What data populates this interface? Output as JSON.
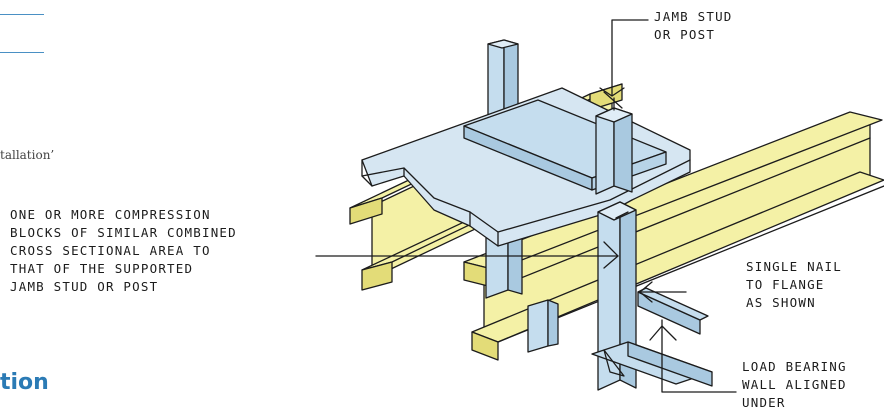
{
  "crop": {
    "text_fragment": "tallation’",
    "heading_fragment": "tion"
  },
  "labels": {
    "jamb_stud": [
      "JAMB STUD",
      "OR POST"
    ],
    "compression_blocks": [
      "ONE OR MORE COMPRESSION",
      "BLOCKS OF SIMILAR COMBINED",
      "CROSS SECTIONAL AREA TO",
      "THAT OF THE SUPPORTED",
      "JAMB STUD OR POST"
    ],
    "single_nail": [
      "SINGLE NAIL",
      "TO FLANGE",
      "AS SHOWN"
    ],
    "load_bearing_wall": [
      "LOAD BEARING",
      "WALL ALIGNED",
      "UNDER"
    ]
  },
  "colors": {
    "timber_yellow": "#f4f1a6",
    "timber_yellow_dark": "#e3dc78",
    "stud_blue": "#c5ddee",
    "stud_blue_dark": "#a9c9e0",
    "plate_blue": "#d6e6f2",
    "accent_blue": "#4a90c4",
    "line": "#1c1c1c"
  }
}
